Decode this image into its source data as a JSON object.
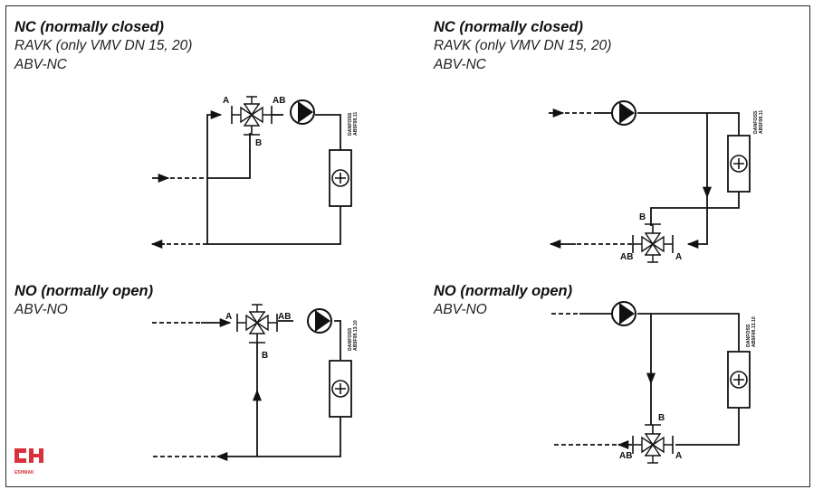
{
  "panels": [
    {
      "title": "NC (normally closed)",
      "lines": [
        "RAVK (only VMV DN 15, 20)",
        "ABV-NC"
      ],
      "port_a": "A",
      "port_ab": "AB",
      "port_b": "B",
      "tag_line1": "DANFOSS",
      "tag_line2": "AB5F08.11"
    },
    {
      "title": "NC (normally closed)",
      "lines": [
        "RAVK (only VMV DN 15, 20)",
        "ABV-NC"
      ],
      "port_a": "A",
      "port_ab": "AB",
      "port_b": "B",
      "tag_line1": "DANFOSS",
      "tag_line2": "AB5F08.11"
    },
    {
      "title": "NO (normally open)",
      "lines": [
        "ABV-NO"
      ],
      "port_a": "A",
      "port_ab": "AB",
      "port_b": "B",
      "tag_line1": "DANFOSS",
      "tag_line2": "AB5F08.13.10"
    },
    {
      "title": "NO (normally open)",
      "lines": [
        "ABV-NO"
      ],
      "port_a": "A",
      "port_ab": "AB",
      "port_b": "B",
      "tag_line1": "DANFOSS",
      "tag_line2": "AB5F08.13.10"
    }
  ],
  "logo": {
    "mark": "CH",
    "subtitle": "ESHMAK"
  },
  "colors": {
    "line": "#111111",
    "logo": "#d8323a"
  }
}
